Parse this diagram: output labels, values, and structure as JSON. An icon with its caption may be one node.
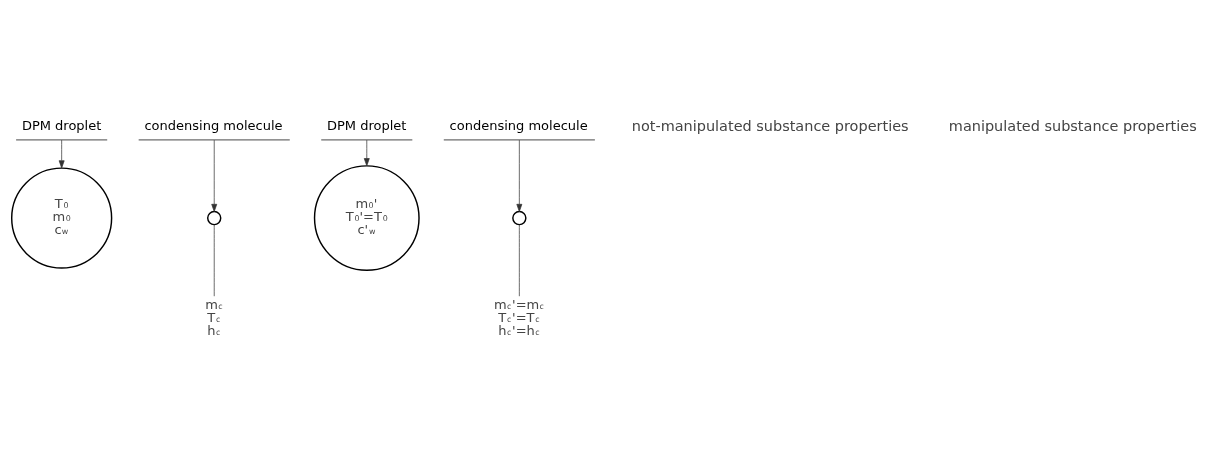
{
  "diagram": {
    "nodes": [
      {
        "text": [
          "T$_{0}$",
          "m$_{0}$",
          "c$_{w}$"
        ]
      },
      {
        "text": [],
        "shape": "circle"
      },
      {
        "text": [
          "condensing molecule"
        ]
      },
      {
        "text": [
          "DPM droplet"
        ]
      },
      {
        "text": [
          "m$_{c}$",
          "T$_{c}$",
          "h$_{c}$"
        ]
      },
      {
        "text": [
          "m$_{0}$'",
          "T$_{0}$'=T$_{0}$",
          "c'$_{w}$"
        ]
      },
      {
        "text": [],
        "shape": "circle"
      },
      {
        "text": [
          "condensing molecule"
        ]
      },
      {
        "text": [
          "DPM droplet"
        ]
      },
      {
        "text": [
          "m$_{c}$'=m$_{c}$",
          "T$_{c}$'=T$_{c}$",
          "h$_{c}$'=h$_{c}$"
        ]
      }
    ],
    "edges": [
      {
        "from": 2,
        "to": 1,
        "arrow": "to"
      },
      {
        "from": 1,
        "to": 4,
        "arrow": "none"
      },
      {
        "from": 3,
        "to": 0,
        "arrow": "to"
      },
      {
        "from": 7,
        "to": 6,
        "arrow": "to"
      },
      {
        "from": 6,
        "to": 9,
        "arrow": "none"
      },
      {
        "from": 8,
        "to": 5,
        "arrow": "to"
      }
    ],
    "labels": [
      "not-manipulated substance properties",
      "manipulated substance properties"
    ]
  }
}
